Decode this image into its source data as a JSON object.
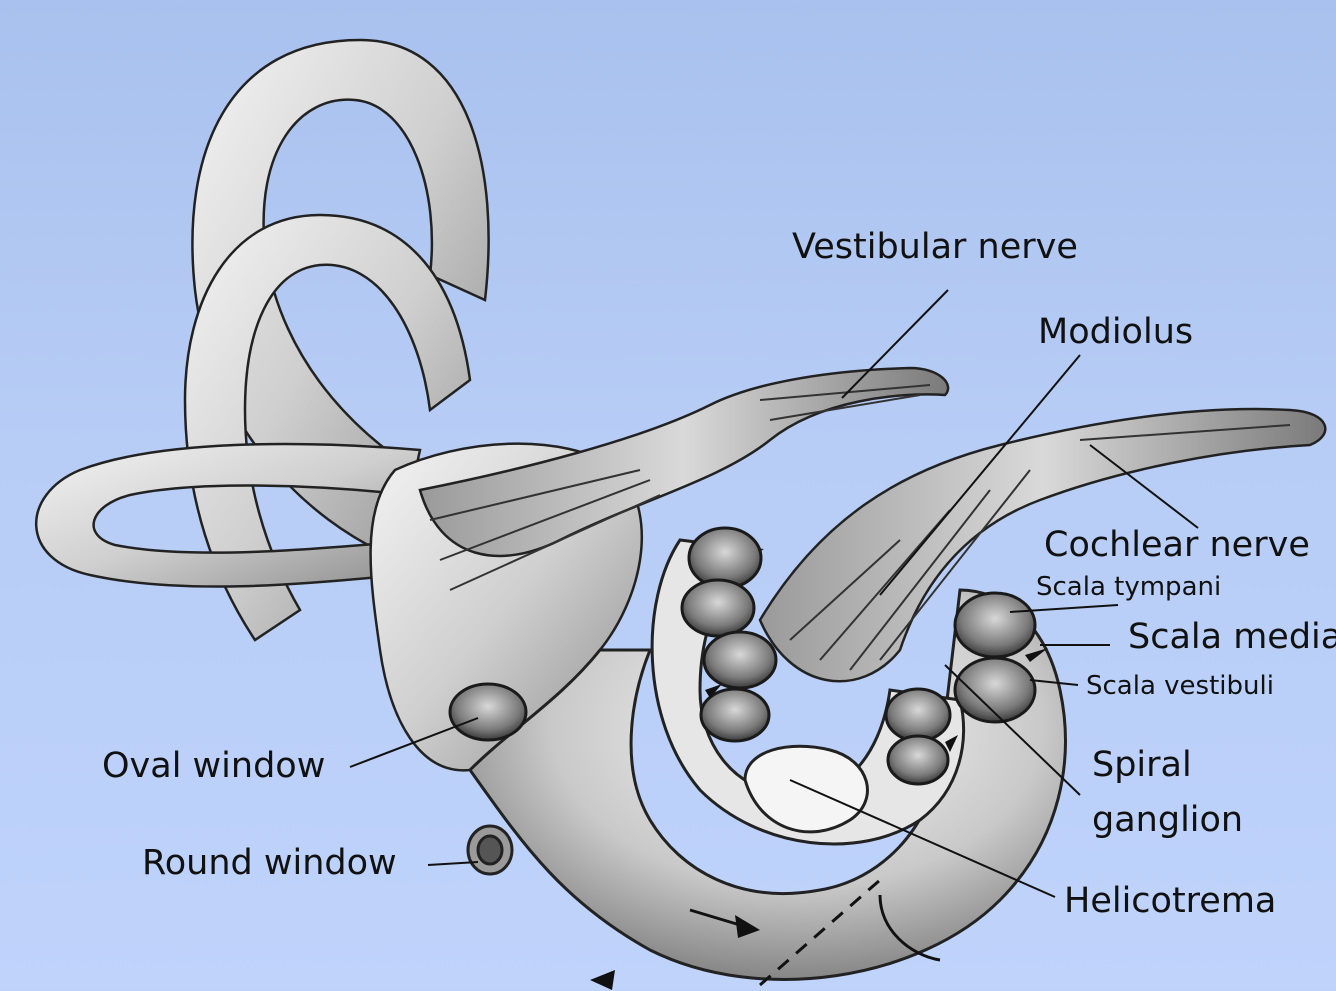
{
  "diagram": {
    "labels": {
      "vestibular_nerve": "Vestibular nerve",
      "modiolus": "Modiolus",
      "cochlear_nerve": "Cochlear nerve",
      "scala_tympani": "Scala tympani",
      "scala_media": "Scala media",
      "scala_vestibuli": "Scala vestibuli",
      "spiral_ganglion_line1": "Spiral",
      "spiral_ganglion_line2": "ganglion",
      "helicotrema": "Helicotrema",
      "oval_window": "Oval window",
      "round_window": "Round window"
    },
    "colors": {
      "background": "#b7cdf6",
      "ink": "#111111",
      "tissue_light": "#eeeeee",
      "tissue_mid": "#bdbdbd",
      "tissue_dark": "#6e6e6e"
    }
  }
}
